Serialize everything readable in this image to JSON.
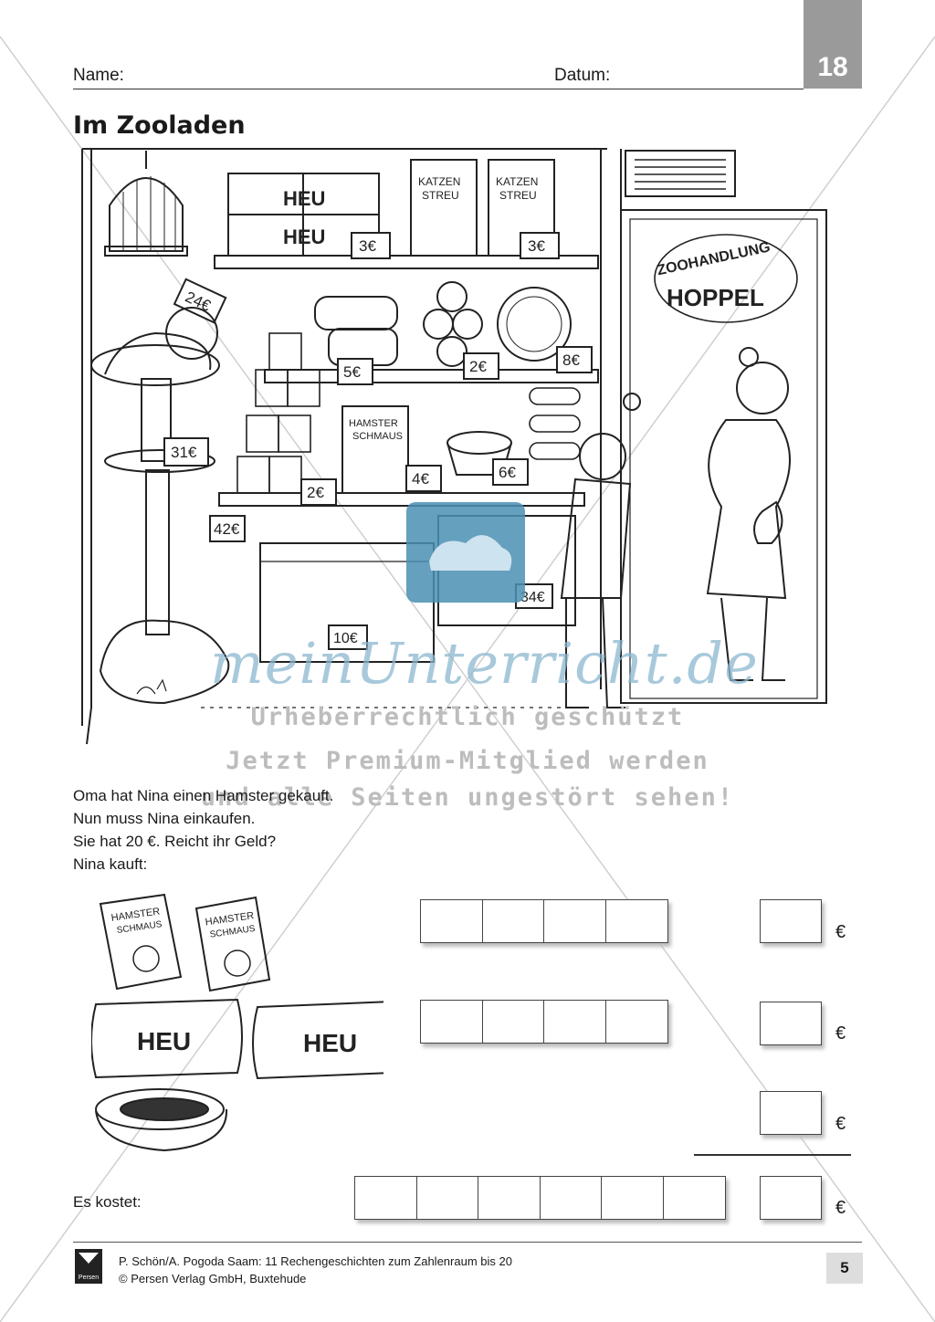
{
  "header": {
    "name_label": "Name:",
    "date_label": "Datum:",
    "sheet_number": "18"
  },
  "title": "Im Zooladen",
  "scene": {
    "shop_sign": [
      "ZOOHANDLUNG",
      "HOPPEL"
    ],
    "product_labels": {
      "hay": "HEU",
      "cat_litter": [
        "KATZEN",
        "STREU"
      ],
      "hamster_food": [
        "HAMSTER",
        "SCHMAUS"
      ]
    },
    "prices": [
      "3€",
      "3€",
      "24€",
      "5€",
      "2€",
      "8€",
      "31€",
      "2€",
      "4€",
      "6€",
      "42€",
      "34€",
      "10€"
    ]
  },
  "watermark": {
    "logo": "meinUnterricht.de",
    "line1": "Urheberrechtlich geschützt",
    "line2": "Jetzt Premium-Mitglied werden",
    "line3": "und alle Seiten ungestört sehen!"
  },
  "story": [
    "Oma hat Nina einen Hamster gekauft.",
    "Nun muss Nina einkaufen.",
    "Sie hat 20 €. Reicht ihr Geld?",
    "Nina kauft:"
  ],
  "exercise": {
    "currency": "€",
    "total_label": "Es kostet:"
  },
  "footer": {
    "publisher_logo": "Persen",
    "line1": "P. Schön/A. Pogoda Saam: 11 Rechengeschichten zum Zahlenraum bis 20",
    "line2": "© Persen Verlag GmbH, Buxtehude",
    "page": "5"
  },
  "colors": {
    "tab": "#9a9a9a",
    "watermark_blue": "#4a8fb3",
    "watermark_text": "#bdbdbd"
  }
}
